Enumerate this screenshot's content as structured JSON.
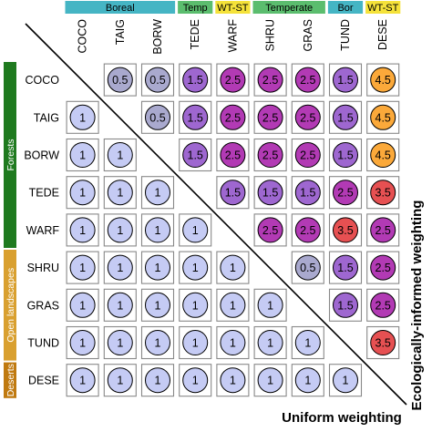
{
  "chart_data": {
    "type": "heatmap",
    "rows": [
      "COCO",
      "TAIG",
      "BORW",
      "TEDE",
      "WARF",
      "SHRU",
      "GRAS",
      "TUND",
      "DESE"
    ],
    "columns": [
      "COCO",
      "TAIG",
      "BORW",
      "TEDE",
      "WARF",
      "SHRU",
      "GRAS",
      "TUND",
      "DESE"
    ],
    "column_groups": [
      {
        "label": "Boreal",
        "span": [
          0,
          2
        ],
        "color": "#45B5C4"
      },
      {
        "label": "Temp",
        "span": [
          3,
          3
        ],
        "color": "#5BBD6E"
      },
      {
        "label": "WT-ST",
        "span": [
          4,
          4
        ],
        "color": "#F5E23A"
      },
      {
        "label": "Temperate",
        "span": [
          5,
          6
        ],
        "color": "#5BBD6E"
      },
      {
        "label": "Bor",
        "span": [
          7,
          7
        ],
        "color": "#45B5C4"
      },
      {
        "label": "WT-ST",
        "span": [
          8,
          8
        ],
        "color": "#F5E23A"
      }
    ],
    "row_groups": [
      {
        "label": "Forests",
        "span": [
          0,
          4
        ],
        "color": "#1F7A1F"
      },
      {
        "label": "Open landscapes",
        "span": [
          5,
          7
        ],
        "color": "#D9A030"
      },
      {
        "label": "Deserts",
        "span": [
          8,
          8
        ],
        "color": "#C07A10"
      }
    ],
    "upper_label": "Ecologically-informed weighting",
    "lower_label": "Uniform weighting",
    "upper_values": [
      [
        null,
        0.5,
        0.5,
        1.5,
        2.5,
        2.5,
        2.5,
        1.5,
        4.5
      ],
      [
        null,
        null,
        0.5,
        1.5,
        2.5,
        2.5,
        2.5,
        1.5,
        4.5
      ],
      [
        null,
        null,
        null,
        1.5,
        2.5,
        2.5,
        2.5,
        1.5,
        4.5
      ],
      [
        null,
        null,
        null,
        null,
        1.5,
        1.5,
        1.5,
        2.5,
        3.5
      ],
      [
        null,
        null,
        null,
        null,
        null,
        2.5,
        2.5,
        3.5,
        2.5
      ],
      [
        null,
        null,
        null,
        null,
        null,
        null,
        0.5,
        1.5,
        2.5
      ],
      [
        null,
        null,
        null,
        null,
        null,
        null,
        null,
        1.5,
        2.5
      ],
      [
        null,
        null,
        null,
        null,
        null,
        null,
        null,
        null,
        3.5
      ],
      [
        null,
        null,
        null,
        null,
        null,
        null,
        null,
        null,
        null
      ]
    ],
    "lower_values": [
      [
        null,
        null,
        null,
        null,
        null,
        null,
        null,
        null,
        null
      ],
      [
        1,
        null,
        null,
        null,
        null,
        null,
        null,
        null,
        null
      ],
      [
        1,
        1,
        null,
        null,
        null,
        null,
        null,
        null,
        null
      ],
      [
        1,
        1,
        1,
        null,
        null,
        null,
        null,
        null,
        null
      ],
      [
        1,
        1,
        1,
        1,
        null,
        null,
        null,
        null,
        null
      ],
      [
        1,
        1,
        1,
        1,
        1,
        null,
        null,
        null,
        null
      ],
      [
        1,
        1,
        1,
        1,
        1,
        1,
        null,
        null,
        null
      ],
      [
        1,
        1,
        1,
        1,
        1,
        1,
        1,
        null,
        null
      ],
      [
        1,
        1,
        1,
        1,
        1,
        1,
        1,
        1,
        null
      ]
    ],
    "value_colors": {
      "0.5": "#A9A9CE",
      "1": "#C5CBF4",
      "1.5": "#9E67D0",
      "2.5": "#B23AB4",
      "3.5": "#E65052",
      "4.5": "#FBA93A"
    },
    "legend": "none",
    "grid": false
  }
}
